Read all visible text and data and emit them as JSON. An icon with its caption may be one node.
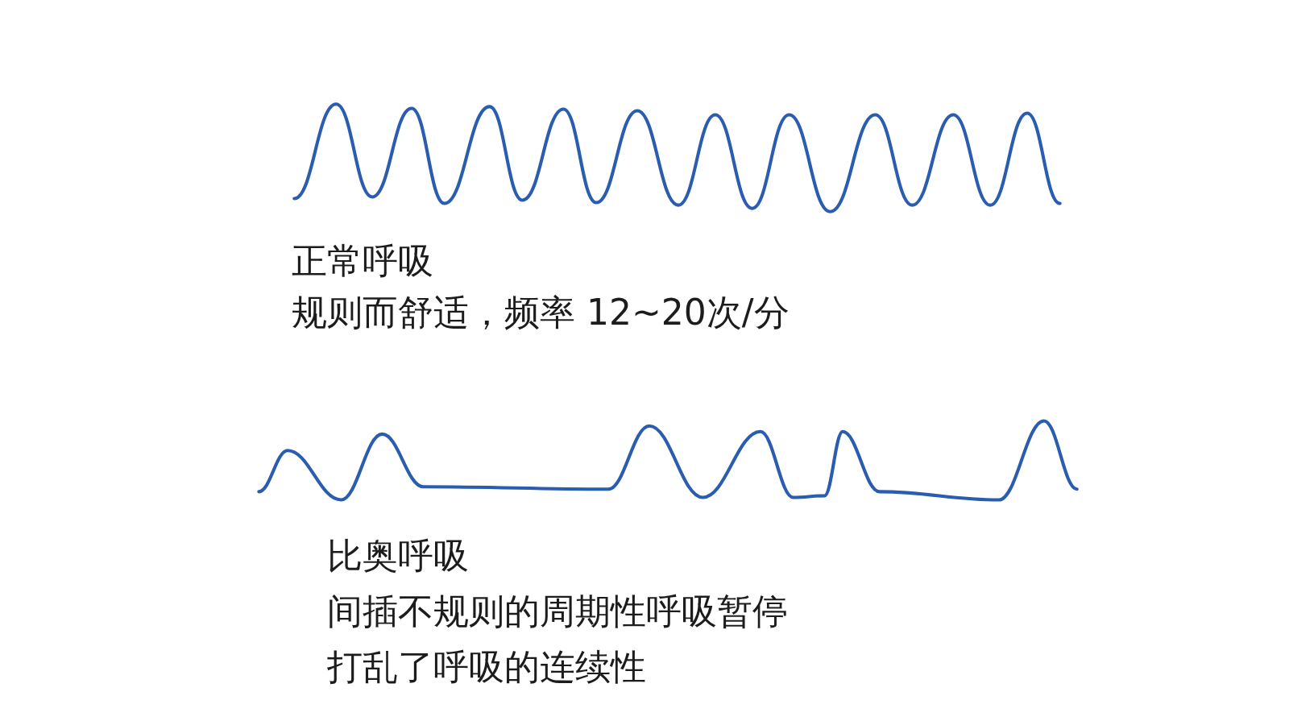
{
  "diagram": {
    "labels": [
      "正常呼吸",
      "规则而舒适，频率 12~20次/分",
      "比奥呼吸",
      "间插不规则的周期性呼吸暂停",
      "打乱了呼吸的连续性"
    ]
  }
}
